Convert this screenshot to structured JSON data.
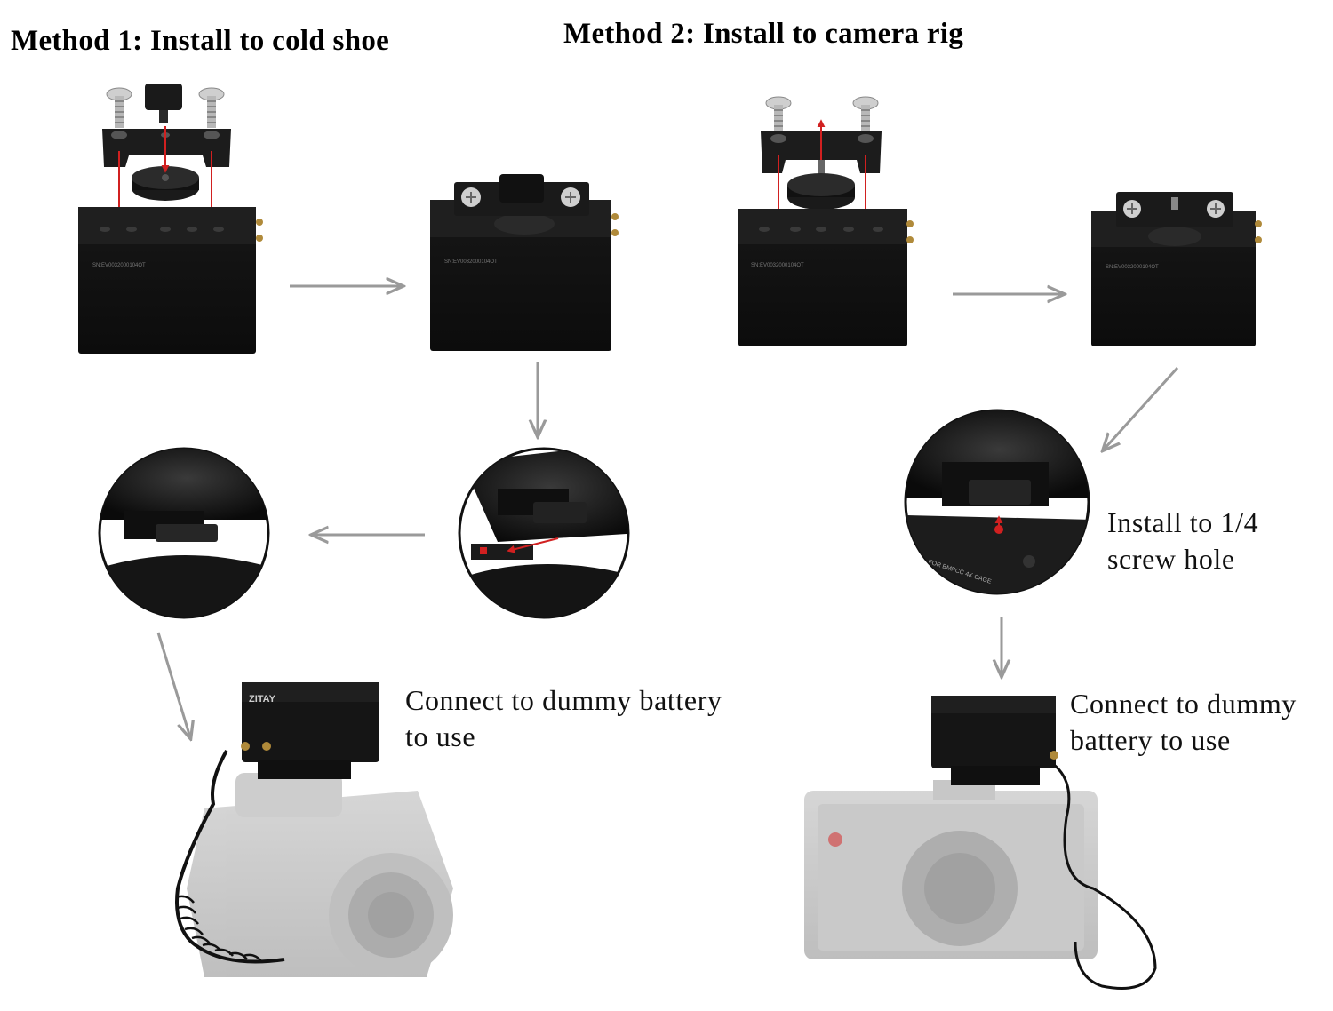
{
  "method1": {
    "title": "Method 1: Install to cold shoe",
    "caption_lines": [
      "Connect to dummy battery",
      "to use"
    ],
    "logo_text": "ZITAY",
    "serial_text": "SN:EV0032000104OT"
  },
  "method2": {
    "title": "Method 2: Install to camera rig",
    "install_lines": [
      "Install to 1/4",
      "screw hole"
    ],
    "caption_lines": [
      "Connect to dummy",
      "battery to use"
    ],
    "cage_label": "FOR BMPCC 4K CAGE"
  },
  "colors": {
    "arrow": "#9a9a9a",
    "body": "#141414",
    "accent_red": "#d12020",
    "background": "#ffffff"
  }
}
